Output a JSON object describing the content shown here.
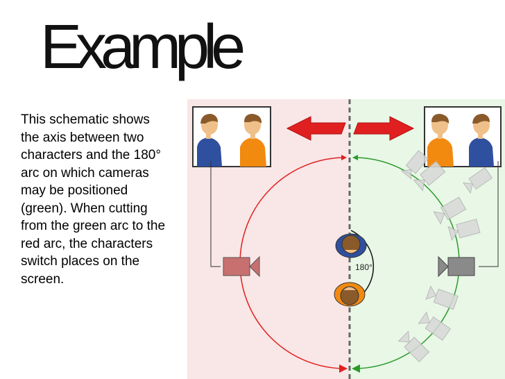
{
  "slide": {
    "title": "Example",
    "description": "This schematic shows the axis between two characters and the 180° arc on which cameras may be positioned (green). When cutting from the green arc to the red arc, the characters switch places on the screen."
  },
  "diagram": {
    "arc_label": "180°",
    "colors": {
      "red_zone": "#f9e6e6",
      "green_zone": "#e8f7e6",
      "red_arc": "#e02020",
      "green_arc": "#2a9a2a",
      "axis": "#666666",
      "blue_character": "#2f4f9f",
      "orange_character": "#f28a10",
      "hair": "#8a5a2a",
      "skin": "#f0c08a",
      "red_camera": "#c87070",
      "gray_camera": "#8a8a8a"
    }
  }
}
